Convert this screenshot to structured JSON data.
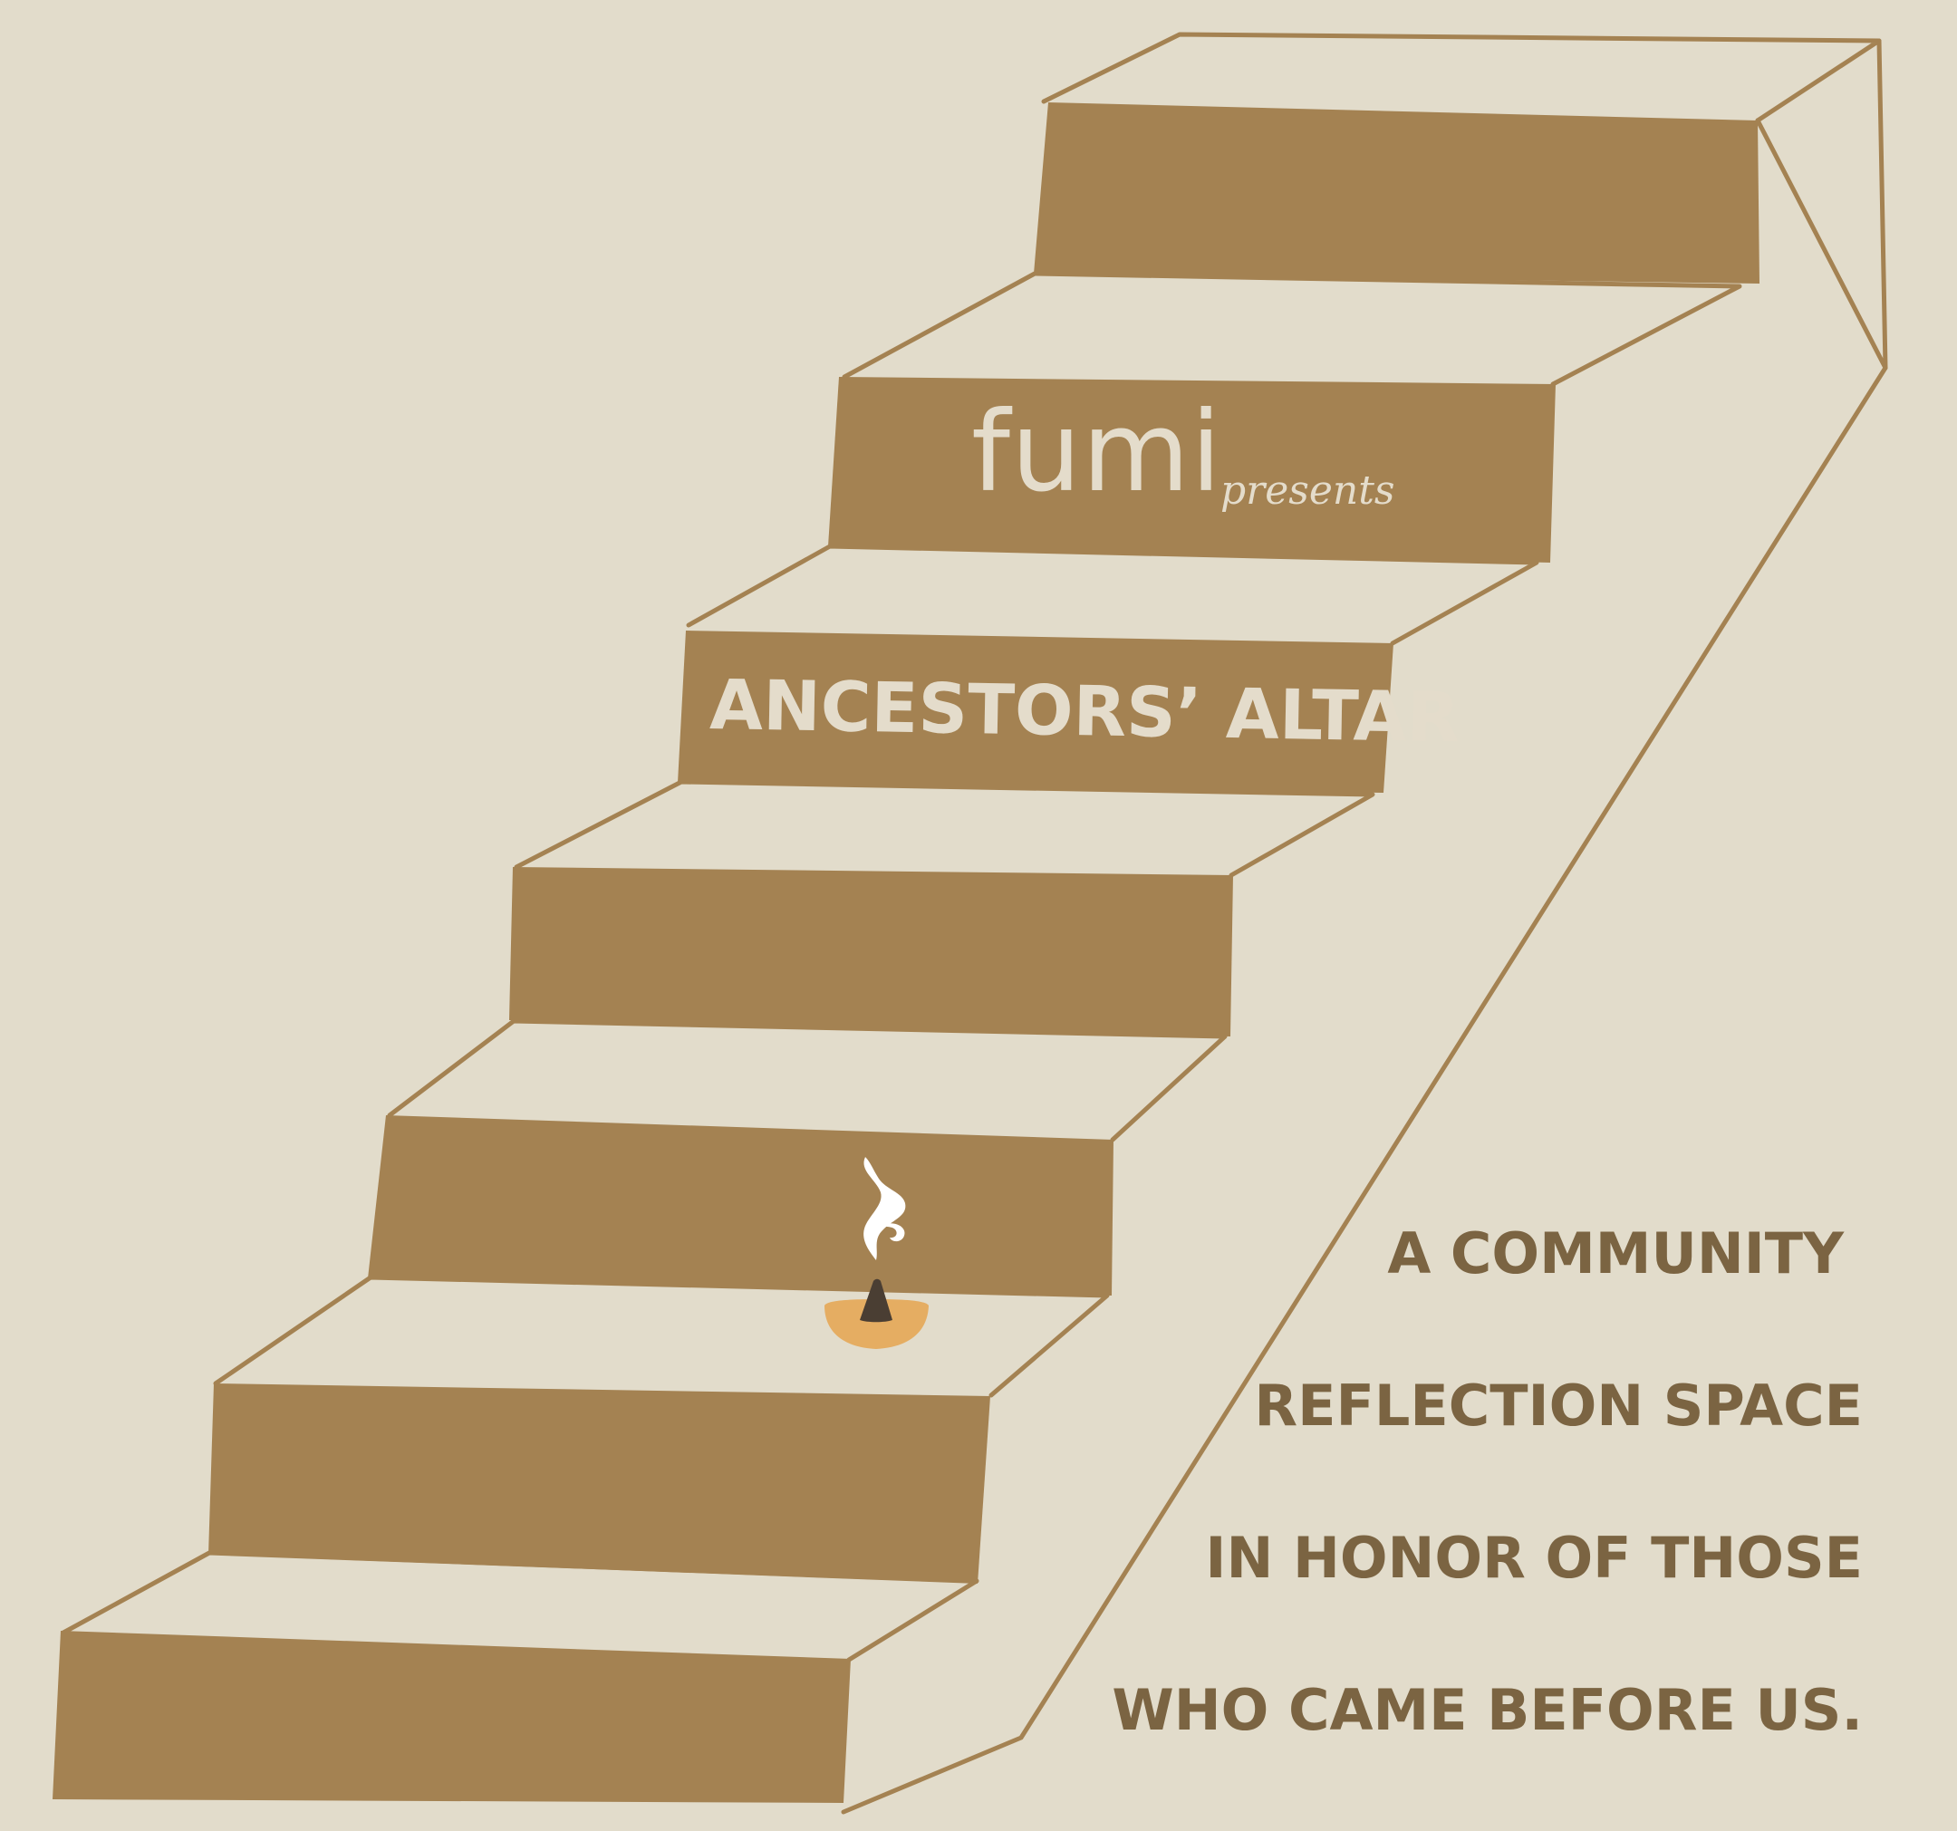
{
  "brand": {
    "name": "fumi",
    "presents": "presents"
  },
  "event": {
    "title": "ANCESTORS’ ALTAR"
  },
  "tagline": [
    "A COMMUNITY",
    "REFLECTION SPACE",
    "IN HONOR OF THOSE",
    "WHO CAME BEFORE US."
  ],
  "illustration": {
    "subject": "staircase-with-incense",
    "colors": {
      "background": "#e2dccb",
      "riser": "#a48252",
      "outline": "#a48252",
      "incense_bowl": "#e5ad62",
      "incense_cone": "#4a3e33",
      "smoke": "#ffffff",
      "title_text": "#e4dccb",
      "tagline_text": "#7b6442"
    }
  }
}
